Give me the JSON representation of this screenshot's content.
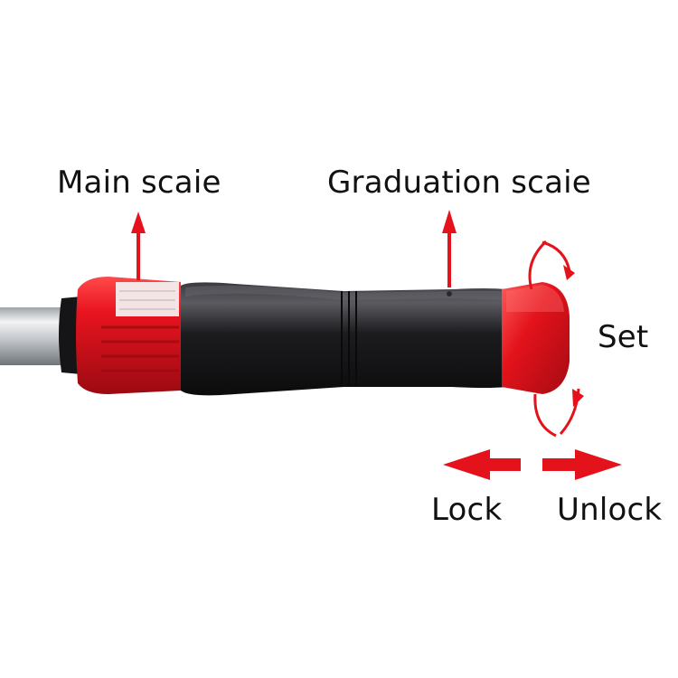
{
  "labels": {
    "main_scale": "Main scaie",
    "graduation_scale": "Graduation scaie",
    "set": "Set",
    "lock": "Lock",
    "unlock": "Unlock"
  },
  "colors": {
    "red": "#e0101e",
    "arrow_red": "#e3121b",
    "grip_black": "#1a1a1c",
    "shaft_silver": "#c9ccd0",
    "text": "#111111"
  }
}
